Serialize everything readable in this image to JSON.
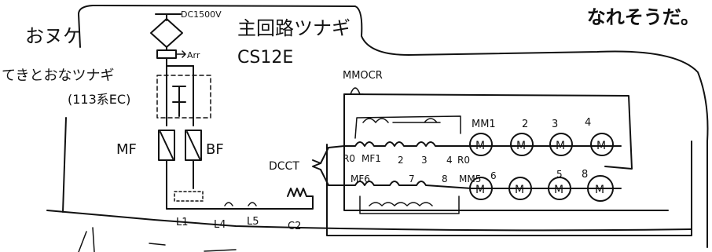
{
  "caption": "なれそうだ。",
  "labels": {
    "power": "DC1500V",
    "arrester": "Arr",
    "main_title": "主回路ツナギ",
    "cs_code": "CS12E",
    "left_note_1": "おヌケ",
    "left_note_2": "てきとおなツナギ",
    "left_note_3": "(113系EC)",
    "mf": "MF",
    "bf": "BF",
    "dcct": "DCCT",
    "mmocr": "MMOCR",
    "l1": "L1",
    "l4": "L4",
    "l5": "L5",
    "c2": "C2",
    "r0_upper": "R0",
    "r0_lower": "R0",
    "mf1_upper": "MF1",
    "mf_lower": "MF6",
    "mm_upper": "MM1",
    "mm_lower": "MM5",
    "num_2_a": "2",
    "num_3_a": "3",
    "num_4_a": "4",
    "num_2_b": "2",
    "num_3_b": "3",
    "num_4_b": "4",
    "num_7": "7",
    "num_8_a": "8",
    "num_8_b": "8",
    "num_6": "6",
    "num_5": "5"
  },
  "motors": {
    "upper": [
      "M",
      "M",
      "M",
      "M"
    ],
    "lower": [
      "M",
      "M",
      "M",
      "M"
    ]
  }
}
